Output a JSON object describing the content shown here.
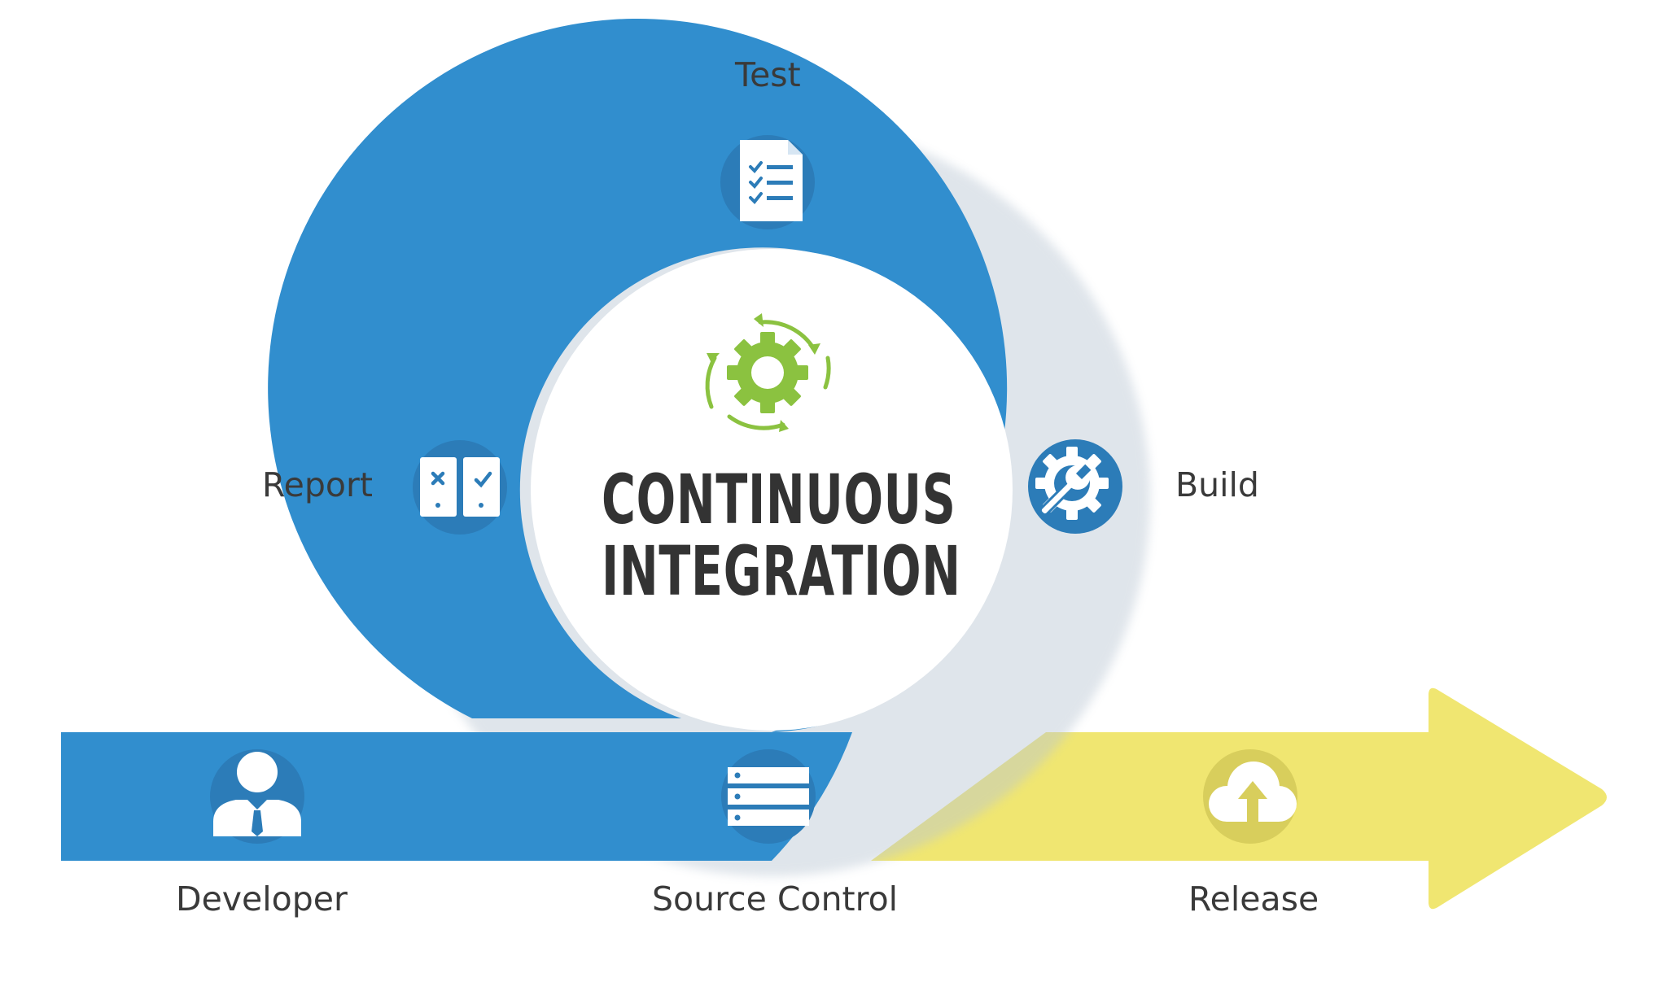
{
  "title": {
    "line1": "CONTINUOUS",
    "line2": "INTEGRATION"
  },
  "stages": {
    "test": "Test",
    "report": "Report",
    "build": "Build",
    "developer": "Developer",
    "source_control": "Source Control",
    "release": "Release"
  },
  "icons": {
    "center": "gear-cycle-icon",
    "test": "checklist-document-icon",
    "report": "report-board-icon",
    "build": "gear-wrench-icon",
    "developer": "developer-user-icon",
    "source_control": "server-stack-icon",
    "release": "cloud-upload-icon"
  },
  "colors": {
    "loop_blue": "#318ECE",
    "badge_blue": "#2C7CB8",
    "release_yellow": "#F0E671",
    "release_badge": "#D8CE5C",
    "gear_green": "#8BC240",
    "title_gray": "#333333",
    "label_gray": "#3A3A3A"
  }
}
